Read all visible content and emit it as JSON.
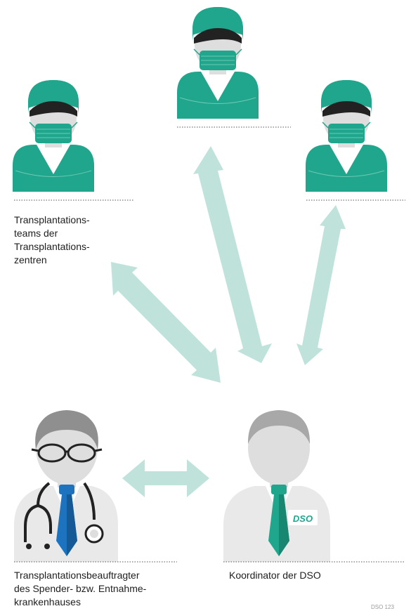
{
  "labels": {
    "teams": "Transplantations-\nteams der\nTransplantations-\nzentren",
    "beauftragter": "Transplantationsbeauftragter\ndes Spender- bzw. Entnahme-\nkrankenhauses",
    "koordinator": "Koordinator der DSO"
  },
  "badge": "DSO",
  "credit": "DSO 123",
  "colors": {
    "teal": "#20a68c",
    "teal_light": "#6ec9b3",
    "arrow": "#bfe3db",
    "skin": "#dedede",
    "hair_black": "#222222",
    "hair_grey": "#8f8f8f",
    "coat": "#e9e9e9",
    "tie_blue": "#1e73be"
  },
  "icons": [
    "surgeon-icon",
    "doctor-icon",
    "coordinator-icon",
    "stethoscope-icon",
    "glasses-icon",
    "double-arrow-icon"
  ]
}
